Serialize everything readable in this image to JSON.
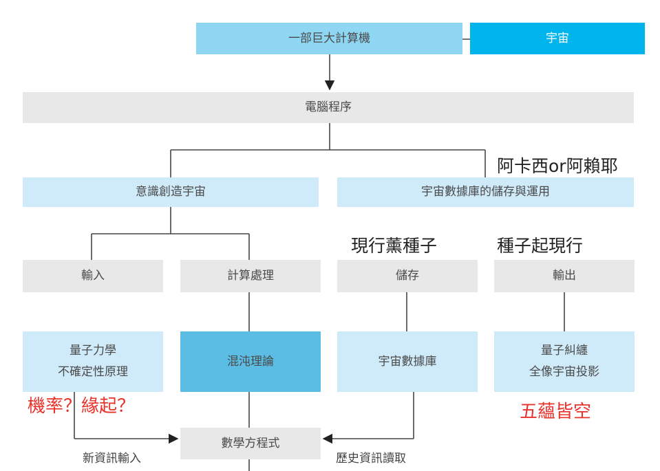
{
  "boxes": {
    "giant_computer": "一部巨大計算機",
    "universe": "宇宙",
    "computer_program": "電腦程序",
    "consciousness_creates": "意識創造宇宙",
    "cosmic_database_storage": "宇宙數據庫的儲存與運用",
    "input": "輸入",
    "computation": "計算處理",
    "storage": "儲存",
    "output": "輸出",
    "quantum_mechanics": [
      "量子力學",
      "不確定性原理"
    ],
    "chaos_theory": "混沌理論",
    "cosmic_database": "宇宙數據庫",
    "quantum_entanglement": [
      "量子糾纏",
      "全像宇宙投影"
    ],
    "math_equation": "數學方程式"
  },
  "annotations": {
    "alaya": "阿卡西or阿賴耶",
    "seed_perfume": "現行薰種子",
    "seed_arise": "種子起現行",
    "probability": "機率？緣起？",
    "five_aggregates": "五蘊皆空"
  },
  "edge_labels": {
    "new_info_input": "新資訊輸入",
    "history_read": "歷史資訊讀取"
  },
  "colors": {
    "strong_blue": "#00b4ec",
    "mid_blue": "#8ed6f2",
    "light_blue": "#cfeaf8",
    "gray": "#e8e8e8",
    "chaos_blue": "#5cbde4",
    "red_annotation": "#e8322a"
  }
}
